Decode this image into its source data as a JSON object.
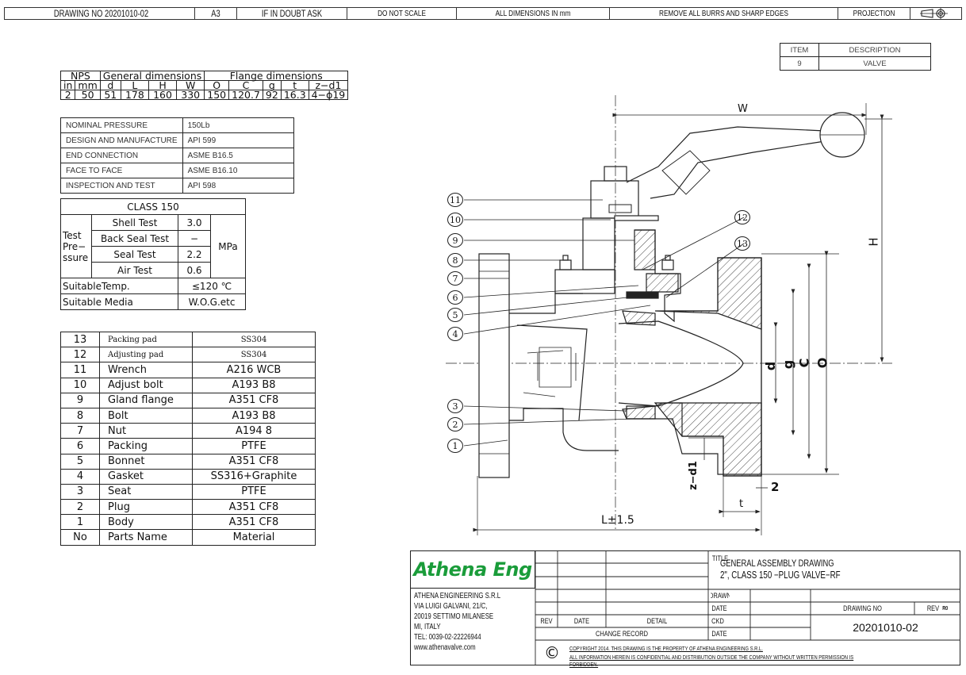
{
  "header": {
    "drawing_no_label": "DRAWING NO",
    "drawing_no": "20201010-02",
    "sheet": "A3",
    "doubt": "IF IN DOUBT ASK",
    "scale": "DO NOT SCALE",
    "units": "ALL DIMENSIONS IN mm",
    "burrs": "REMOVE ALL BURRS AND SHARP EDGES",
    "projection": "PROJECTION"
  },
  "item_table": {
    "item_label": "ITEM",
    "description_label": "DESCRIPTION",
    "item": "9",
    "description": "VALVE"
  },
  "dims_table": {
    "nps": "NPS",
    "general": "General dimensions",
    "flange": "Flange dimensions",
    "cols": [
      "in",
      "mm",
      "d",
      "L",
      "H",
      "W",
      "O",
      "C",
      "g",
      "t",
      "z−d1"
    ],
    "vals": [
      "2",
      "50",
      "51",
      "178",
      "160",
      "330",
      "150",
      "120.7",
      "92",
      "16.3",
      "4−ϕ19"
    ]
  },
  "spec_table": [
    {
      "label": "NOMINAL PRESSURE",
      "value": "150Lb"
    },
    {
      "label": "DESIGN AND MANUFACTURE",
      "value": "API 599"
    },
    {
      "label": "END CONNECTION",
      "value": "ASME B16.5"
    },
    {
      "label": "FACE TO FACE",
      "value": "ASME B16.10"
    },
    {
      "label": "INSPECTION AND TEST",
      "value": "API 598"
    }
  ],
  "class_table": {
    "title": "CLASS 150",
    "test_pressure": "Test Pre− ssure",
    "unit": "MPa",
    "tests": [
      {
        "name": "Shell Test",
        "value": "3.0"
      },
      {
        "name": "Back Seal Test",
        "value": "−"
      },
      {
        "name": "Seal Test",
        "value": "2.2"
      },
      {
        "name": "Air Test",
        "value": "0.6"
      }
    ],
    "temp_label": "SuitableTemp.",
    "temp_value": "≤120 ℃",
    "media_label": "Suitable Media",
    "media_value": "W.O.G.etc"
  },
  "parts": [
    {
      "no": "13",
      "name": "Packing pad",
      "material": "SS304"
    },
    {
      "no": "12",
      "name": "Adjusting pad",
      "material": "SS304"
    },
    {
      "no": "11",
      "name": "Wrench",
      "material": "A216 WCB"
    },
    {
      "no": "10",
      "name": "Adjust bolt",
      "material": "A193 B8"
    },
    {
      "no": "9",
      "name": "Gland flange",
      "material": "A351 CF8"
    },
    {
      "no": "8",
      "name": "Bolt",
      "material": "A193 B8"
    },
    {
      "no": "7",
      "name": "Nut",
      "material": "A194 8"
    },
    {
      "no": "6",
      "name": "Packing",
      "material": "PTFE"
    },
    {
      "no": "5",
      "name": "Bonnet",
      "material": "A351 CF8"
    },
    {
      "no": "4",
      "name": "Gasket",
      "material": "SS316+Graphite"
    },
    {
      "no": "3",
      "name": "Seat",
      "material": "PTFE"
    },
    {
      "no": "2",
      "name": "Plug",
      "material": "A351 CF8"
    },
    {
      "no": "1",
      "name": "Body",
      "material": "A351 CF8"
    }
  ],
  "parts_header": {
    "no": "No",
    "name": "Parts Name",
    "material": "Material"
  },
  "drawing_labels": {
    "w": "W",
    "h": "H",
    "l": "L±1.5",
    "t": "t",
    "two": "2",
    "d": "d",
    "g": "g",
    "c": "C",
    "o": "O",
    "z": "z−d1"
  },
  "balloons": [
    "11",
    "10",
    "9",
    "8",
    "7",
    "6",
    "5",
    "4",
    "3",
    "2",
    "1",
    "12",
    "13"
  ],
  "title_block": {
    "logo": "Athena Eng",
    "company": "ATHENA ENGINEERING S.R.L",
    "address1": "VIA LUIGI GALVANI, 21/C,",
    "address2": "20019 SETTIMO MILANESE",
    "address3": "MI, ITALY",
    "tel": "TEL: 0039-02-22226944",
    "web": "www.athenavalve.com",
    "title_label": "TITLE",
    "title1": "GENERAL ASSEMBLY DRAWING",
    "title2": "2\", CLASS 150 −PLUG VALVE−RF",
    "drawn": "DRAWN",
    "date": "DATE",
    "ckd": "CKD",
    "date2": "DATE",
    "drawing_no_label": "DRAWING NO",
    "rev_label": "REV",
    "rev_value": "R0",
    "drawing_no": "20201010-02",
    "rev": "REV",
    "date_col": "DATE",
    "detail": "DETAIL",
    "change_record": "CHANGE RECORD",
    "copyright_symbol": "©",
    "copyright1": "COPYRIGHT 2014. THIS DRAWING IS THE PROPERTY OF ATHENA ENGINEERING S.R.L.",
    "copyright2": "ALL INFORMATION HEREIN IS CONFIDENTIAL AND DISTRIBUTION OUTSIDE THE COMPANY WITHOUT WRITTEN PERMISSION IS FORBIDDEN."
  },
  "colors": {
    "logo_green": "#1a9c3a",
    "line": "#222222"
  }
}
